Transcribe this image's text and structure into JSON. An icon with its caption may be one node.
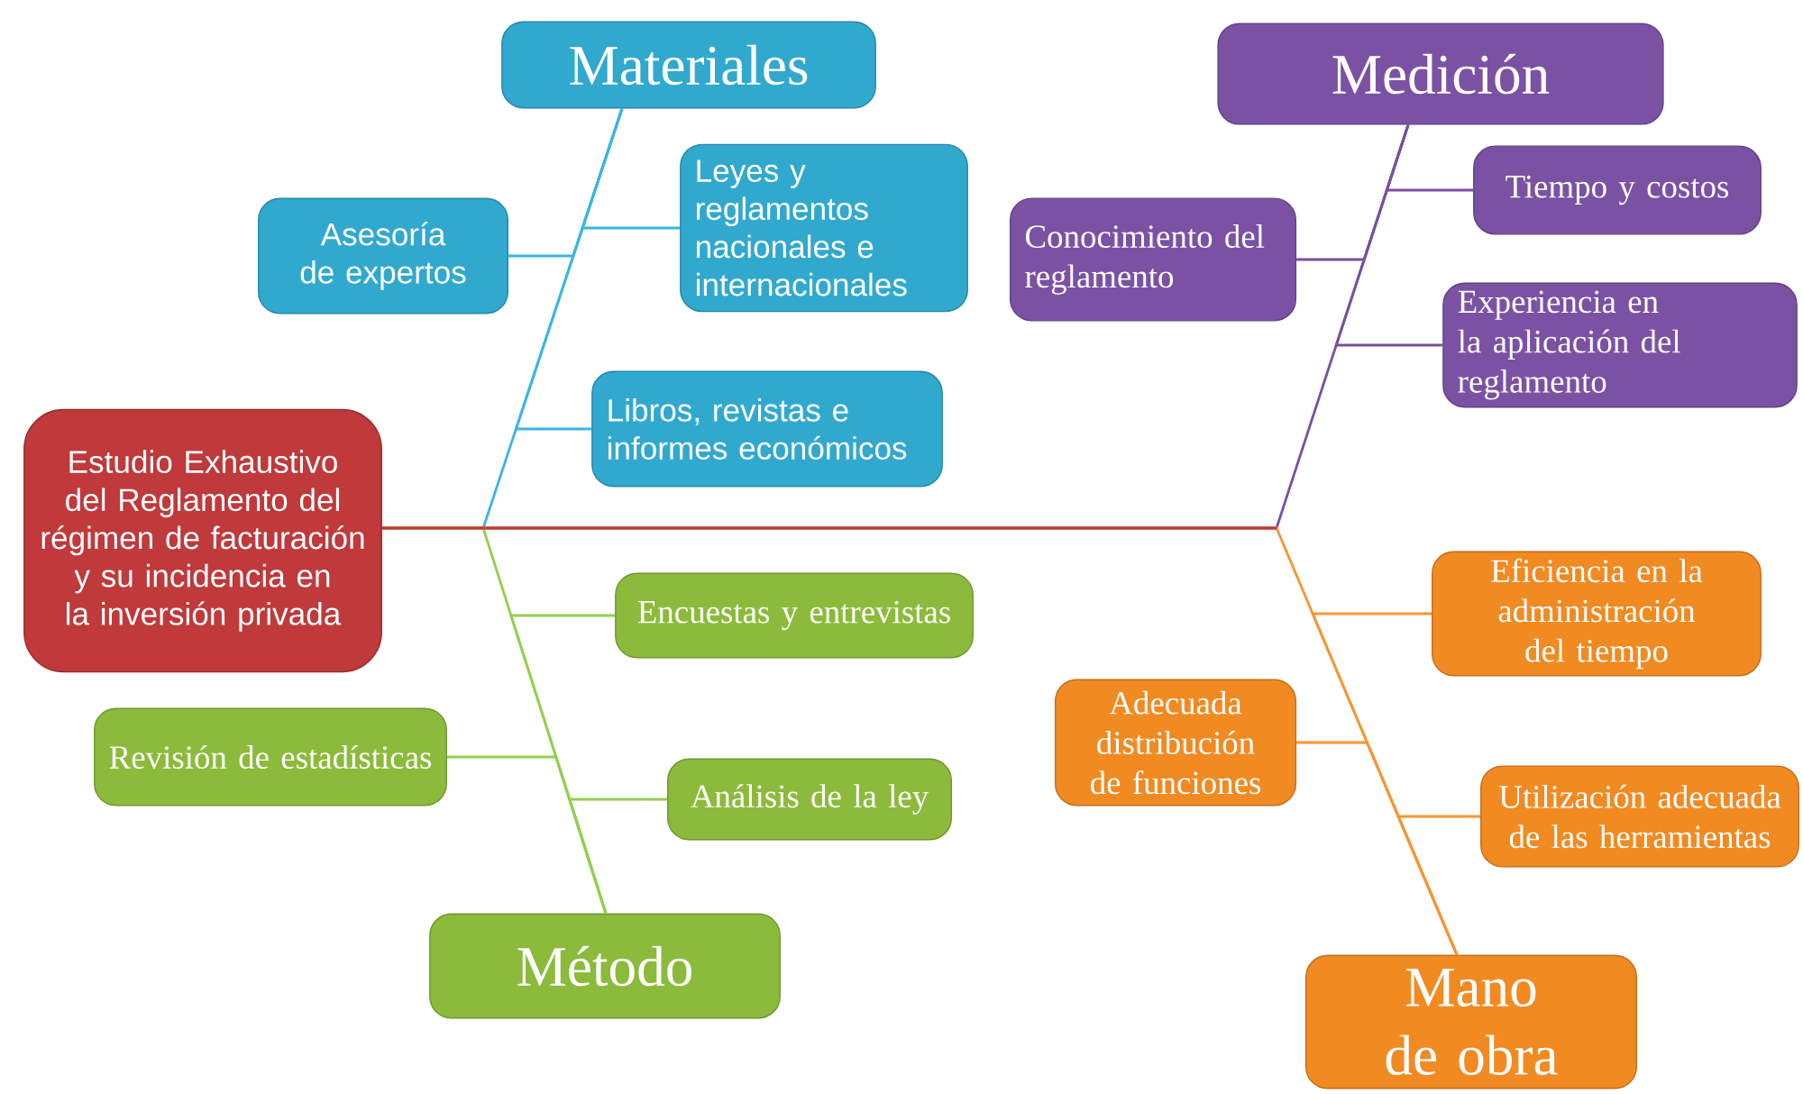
{
  "diagram": {
    "nodes": [
      {
        "text": [
          "Estudio Exhaustivo del Reglamento del régimen de facturación y su incidencia en la inversión privada"
        ]
      },
      {
        "text": [
          "Materiales"
        ]
      },
      {
        "text": [
          "Asesoría de expertos"
        ]
      },
      {
        "text": [
          "Leyes y reglamentos nacionales e internacionales"
        ]
      },
      {
        "text": [
          "Libros, revistas e informes económicos"
        ]
      },
      {
        "text": [
          "Medición"
        ]
      },
      {
        "text": [
          "Conocimiento del reglamento"
        ]
      },
      {
        "text": [
          "Tiempo  y costos"
        ]
      },
      {
        "text": [
          "Experiencia en la aplicación del reglamento"
        ]
      },
      {
        "text": [
          "Método"
        ]
      },
      {
        "text": [
          "Encuestas y entrevistas"
        ]
      },
      {
        "text": [
          "Revisión de estadísticas"
        ]
      },
      {
        "text": [
          "Análisis de la ley"
        ]
      },
      {
        "text": [
          "Eficiencia en la administración del tiempo"
        ]
      },
      {
        "text": [
          "Adecuada distribución de funciones"
        ]
      },
      {
        "text": [
          "Utilización adecuada de las herramientas"
        ]
      },
      {
        "text": [
          "Mano de obra"
        ]
      }
    ],
    "edges": [
      {
        "from": 1,
        "to": 0,
        "arrow": "none",
        "color": "#3cb4e5"
      },
      {
        "from": 2,
        "to": 1,
        "arrow": "none",
        "color": "#3cb4e5"
      },
      {
        "from": 3,
        "to": 1,
        "arrow": "none",
        "color": "#3cb4e5"
      },
      {
        "from": 4,
        "to": 1,
        "arrow": "none",
        "color": "#3cb4e5"
      },
      {
        "from": 5,
        "to": 0,
        "arrow": "none",
        "color": "#7b4fa0"
      },
      {
        "from": 6,
        "to": 5,
        "arrow": "none",
        "color": "#7b4fa0"
      },
      {
        "from": 7,
        "to": 5,
        "arrow": "none",
        "color": "#7b4fa0"
      },
      {
        "from": 8,
        "to": 5,
        "arrow": "none",
        "color": "#7b4fa0"
      },
      {
        "from": 9,
        "to": 0,
        "arrow": "none",
        "color": "#92d050"
      },
      {
        "from": 10,
        "to": 9,
        "arrow": "none",
        "color": "#92d050"
      },
      {
        "from": 11,
        "to": 9,
        "arrow": "none",
        "color": "#92d050"
      },
      {
        "from": 12,
        "to": 9,
        "arrow": "none",
        "color": "#92d050"
      },
      {
        "from": 16,
        "to": 0,
        "arrow": "none",
        "color": "#f79633"
      },
      {
        "from": 13,
        "to": 16,
        "arrow": "none",
        "color": "#f79633"
      },
      {
        "from": 14,
        "to": 16,
        "arrow": "none",
        "color": "#f79633"
      },
      {
        "from": 15,
        "to": 16,
        "arrow": "none",
        "color": "#f79633"
      }
    ]
  }
}
